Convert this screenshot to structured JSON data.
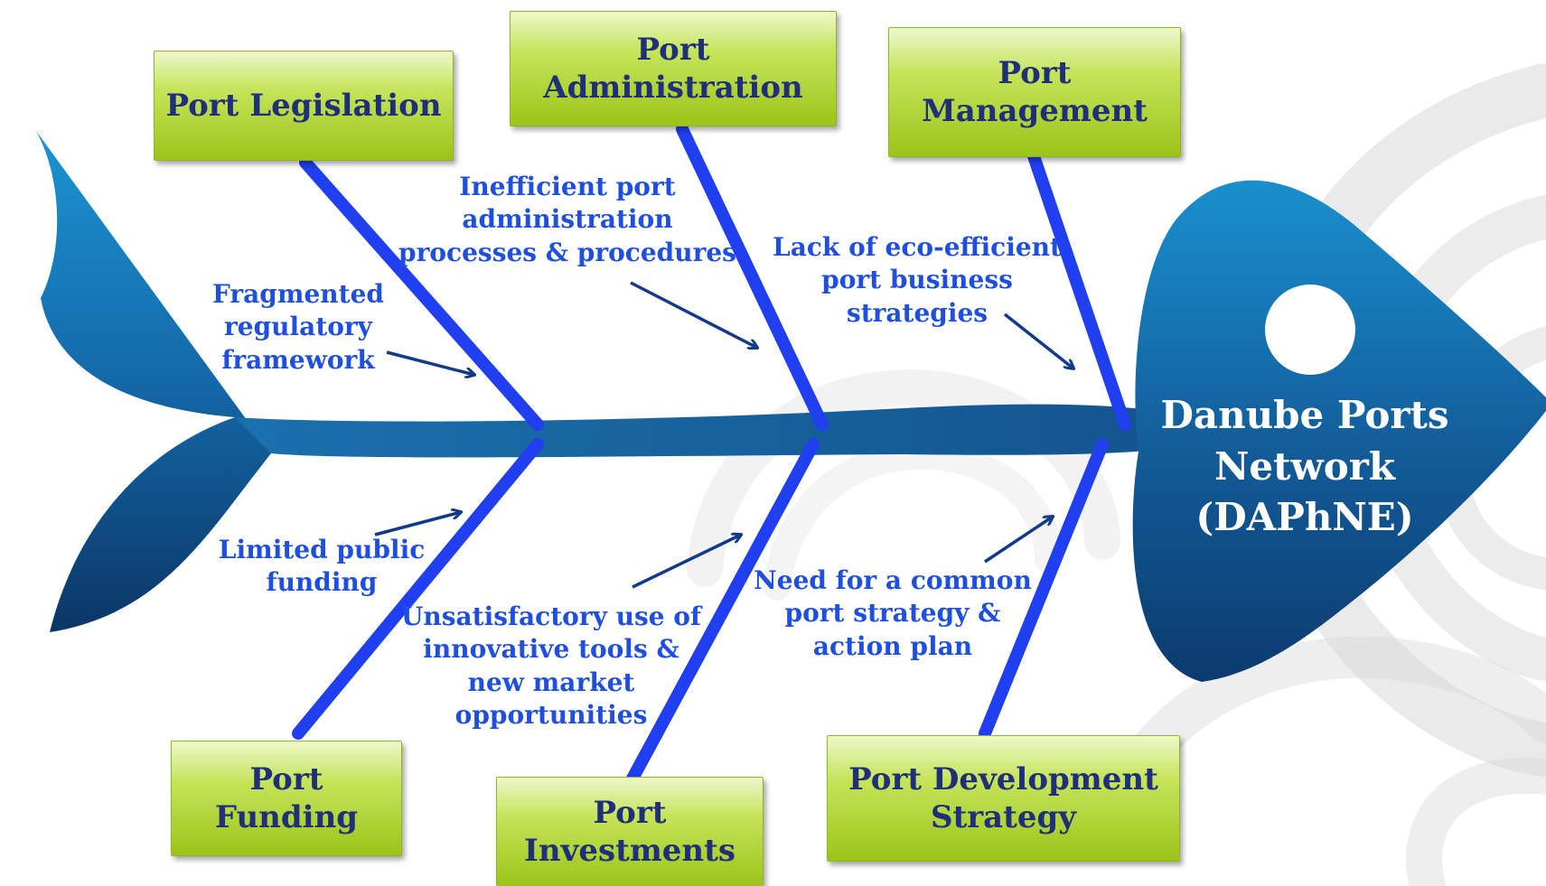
{
  "diagram": {
    "type": "fishbone",
    "effect": {
      "line1": "Danube Ports",
      "line2": "Network",
      "line3": "(DAPhNE)"
    },
    "categories": {
      "legislation": {
        "lines": [
          "Port Legislation"
        ]
      },
      "administration": {
        "lines": [
          "Port",
          "Administration"
        ]
      },
      "management": {
        "lines": [
          "Port",
          "Management"
        ]
      },
      "funding": {
        "lines": [
          "Port",
          "Funding"
        ]
      },
      "investments": {
        "lines": [
          "Port",
          "Investments"
        ]
      },
      "development": {
        "lines": [
          "Port Development",
          "Strategy"
        ]
      }
    },
    "causes": {
      "legislation": [
        "Fragmented",
        "regulatory",
        "framework"
      ],
      "administration": [
        "Inefficient port",
        "administration",
        "processes & procedures"
      ],
      "management": [
        "Lack of eco-efficient",
        "port business",
        "strategies"
      ],
      "funding": [
        "Limited public",
        "funding"
      ],
      "investments": [
        "Unsatisfactory use of",
        "innovative tools &",
        "new market",
        "opportunities"
      ],
      "development": [
        "Need for a common",
        "port strategy &",
        "action plan"
      ]
    }
  },
  "colors": {
    "fish_light": "#1487c4",
    "fish_dark": "#0c3e78",
    "bone": "#1f3ff0",
    "cause_text": "#1f4fe0",
    "box_text": "#1f2f7a",
    "box_green": "#9cc419",
    "watermark": "#d9d9d9"
  }
}
